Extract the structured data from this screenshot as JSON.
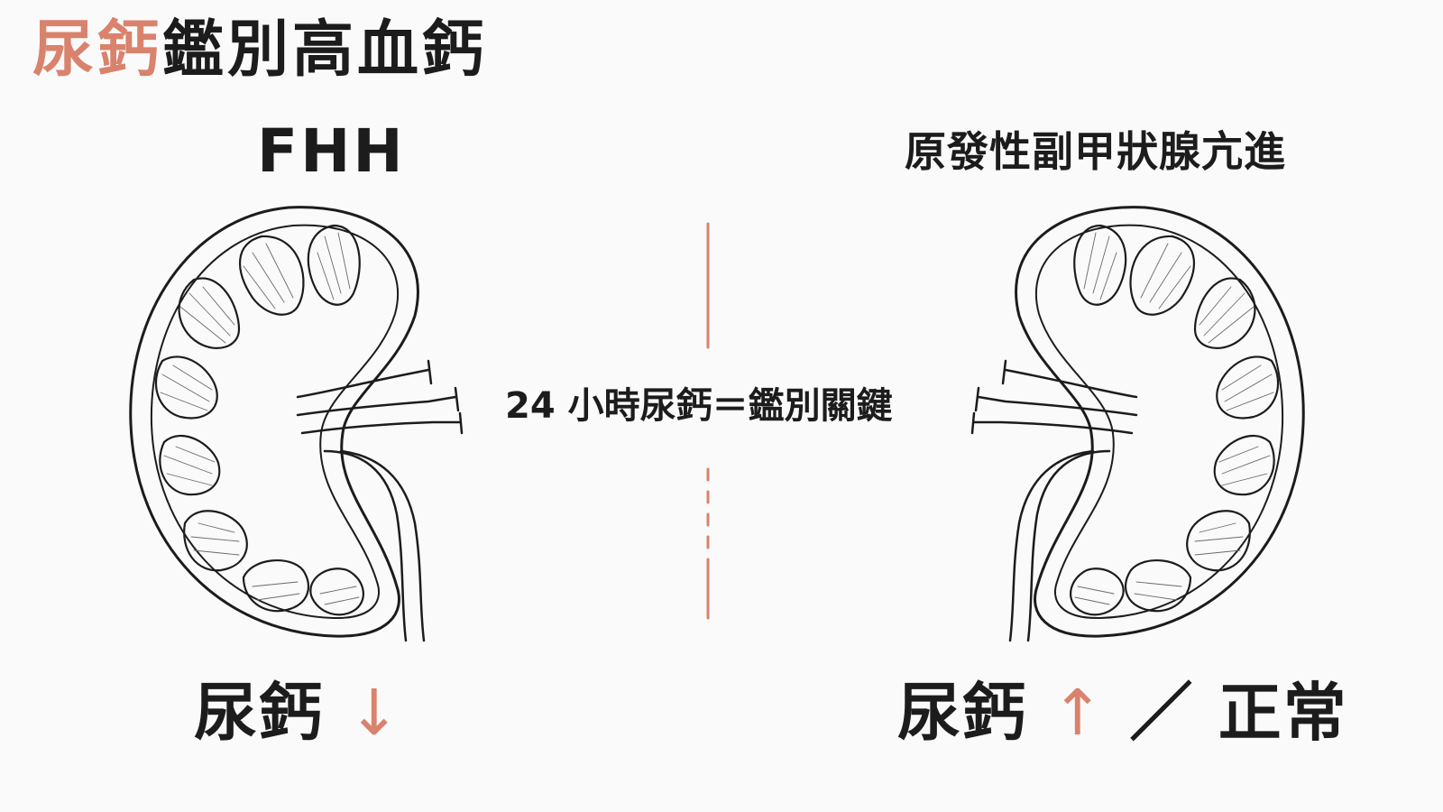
{
  "title": {
    "accent": "尿鈣",
    "rest": "鑑別高血鈣"
  },
  "left": {
    "label": "FHH",
    "result_text": "尿鈣",
    "result_arrow": "↓"
  },
  "right": {
    "label": "原發性副甲狀腺亢進",
    "result_text": "尿鈣",
    "result_arrow": "↑",
    "result_sep": "／",
    "result_alt": "正常"
  },
  "center": {
    "text": "24 小時尿鈣＝鑑別關鍵"
  },
  "colors": {
    "accent": "#d9826c",
    "ink": "#1c1c1c",
    "background": "#fafafa"
  }
}
